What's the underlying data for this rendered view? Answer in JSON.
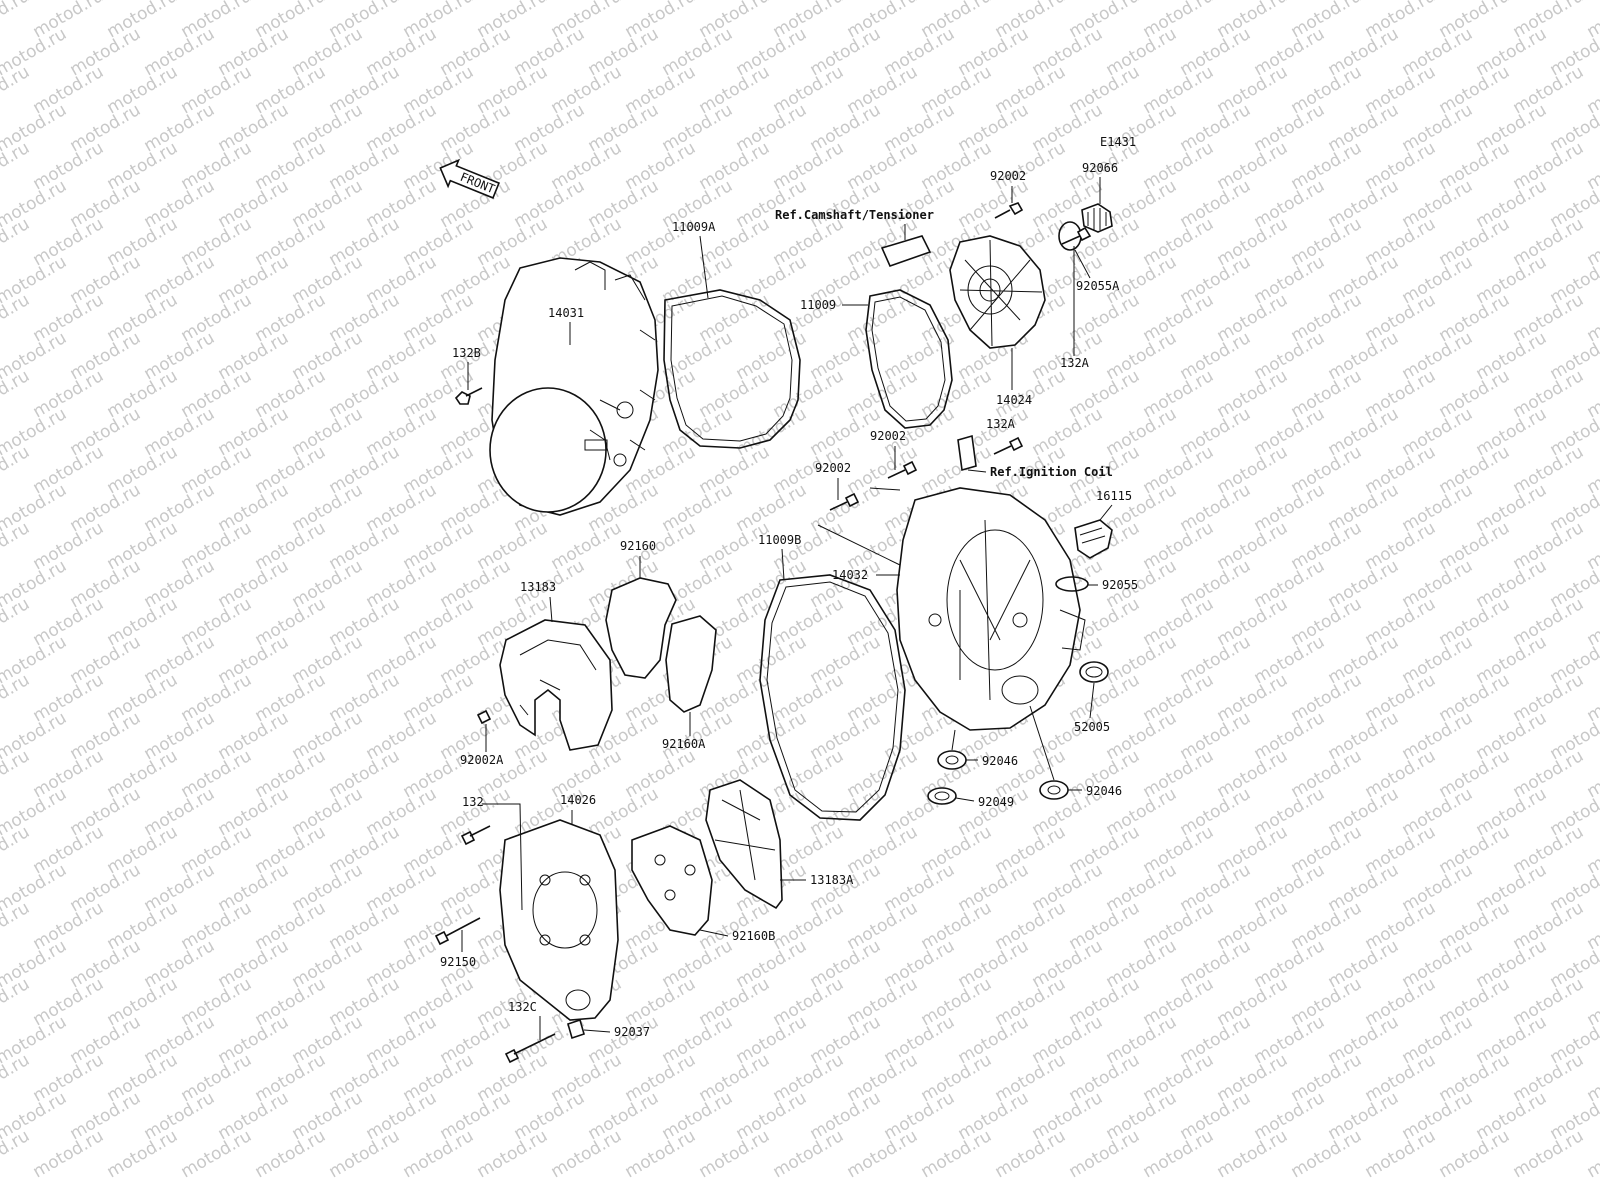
{
  "diagram_code": "E1431",
  "watermark_text": "motod.ru",
  "front_label": "FRONT",
  "labels": {
    "p92002_top": "92002",
    "p92066": "92066",
    "ref_camshaft": "Ref.Camshaft/Tensioner",
    "p92055A": "92055A",
    "p11009A": "11009A",
    "p11009": "11009",
    "p14031": "14031",
    "p132B": "132B",
    "p132A_top": "132A",
    "p14024": "14024",
    "p132A_mid": "132A",
    "p92002_mid": "92002",
    "p92002_left": "92002",
    "ref_ignition": "Ref.Ignition Coil",
    "p16115": "16115",
    "p92160": "92160",
    "p11009B": "11009B",
    "p14032": "14032",
    "p92055": "92055",
    "p13183": "13183",
    "p52005": "52005",
    "p92002A": "92002A",
    "p92160A": "92160A",
    "p92046_a": "92046",
    "p92046_b": "92046",
    "p92049": "92049",
    "p132": "132",
    "p14026": "14026",
    "p13183A": "13183A",
    "p92160B": "92160B",
    "p92150": "92150",
    "p132C": "132C",
    "p92037": "92037"
  }
}
